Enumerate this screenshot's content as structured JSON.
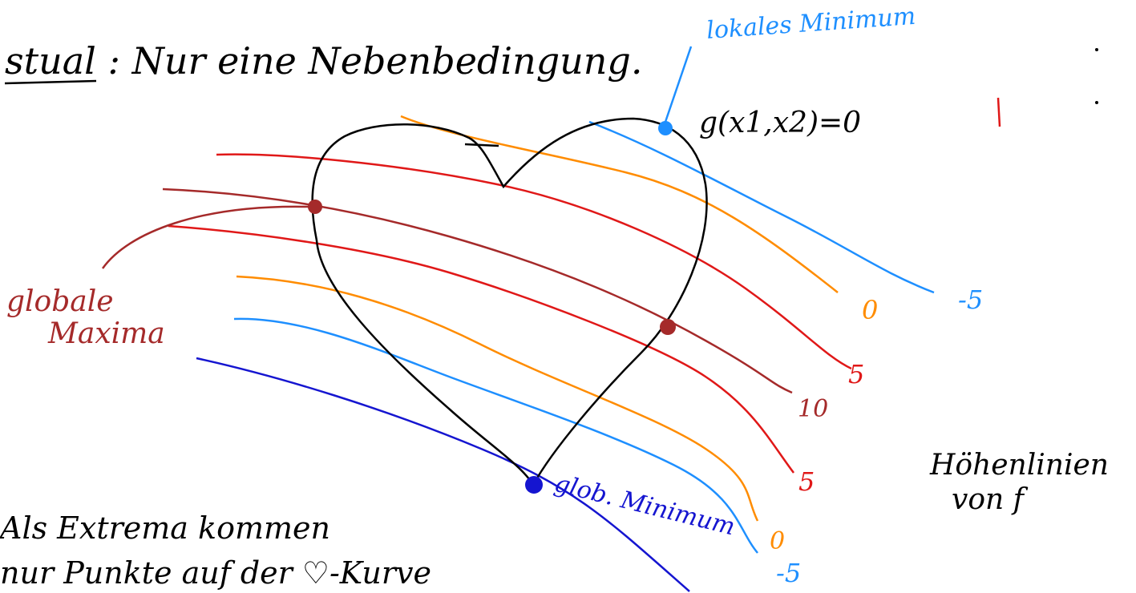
{
  "header": {
    "text": "stual : Nur eine Nebenbedingung."
  },
  "constraint": {
    "text": "g(x1,x2)=0"
  },
  "annotations": {
    "local_min": "lokales Minimum",
    "global_max_line1": "globale",
    "global_max_line2": "Maxima",
    "global_min": "glob. Minimum",
    "contour_caption_line1": "Höhenlinien",
    "contour_caption_line2": "von f",
    "bottom_line1": "Als Extrema kommen",
    "bottom_line2": "nur Punkte auf der ♡-Kurve"
  },
  "contour_labels": [
    "-5",
    "0",
    "5",
    "10",
    "5",
    "0",
    "-5"
  ],
  "colors": {
    "black": "#000000",
    "red": "#e01818",
    "orange": "#ff8c00",
    "light_blue": "#1e8fff",
    "dark_red": "#a52a2a",
    "blue": "#1515d0"
  }
}
